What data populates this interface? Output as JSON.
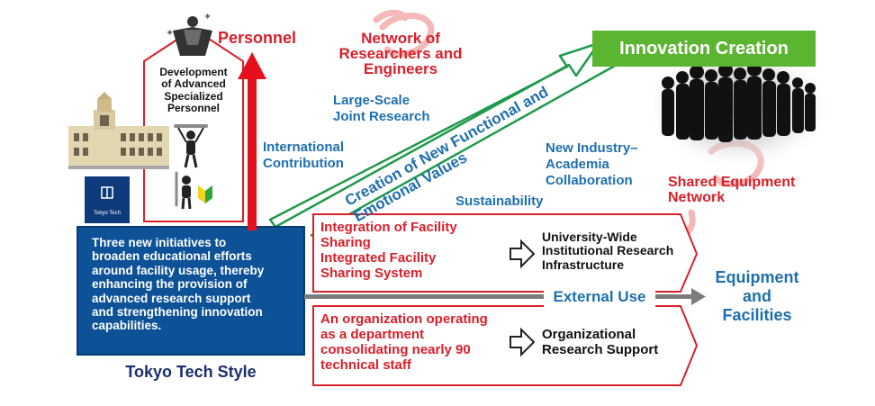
{
  "personnel": {
    "title": "Personnel",
    "card_text": "Development\nof Advanced\nSpecialized\nPersonnel"
  },
  "network_researchers": "Network of\nResearchers and\nEngineers",
  "large_scale": "Large-Scale\nJoint Research",
  "international": "International\nContribution",
  "diagonal_label": "Creation of New Functional and\nEmotional Values",
  "innovation": "Innovation Creation",
  "new_industry": "New Industry–\nAcademia\nCollaboration",
  "shared_equipment": "Shared Equipment\nNetwork",
  "sustainability": "Sustainability",
  "logo_text": "Tokyo Tech",
  "main_box_text": "Three new initiatives to\nbroaden educational efforts\naround facility usage, thereby\nenhancing the provision of\nadvanced research support\nand strengthening innovation\ncapabilities.",
  "tokyo_tech_style": "Tokyo Tech Style",
  "facility_sharing": {
    "left": "Integration of Facility\nSharing\nIntegrated Facility\nSharing System",
    "right": "University-Wide\nInstitutional Research\nInfrastructure"
  },
  "external_use": "External Use",
  "equipment_facilities": "Equipment\nand\nFacilities",
  "organization": {
    "left": "An organization operating\nas a department\nconsolidating nearly 90\ntechnical staff",
    "right": "Organizational\nResearch Support"
  },
  "colors": {
    "navy_box": "#0d5196",
    "red": "#d81f2a",
    "green": "#1e9a4b",
    "innovation_green": "#5cb531",
    "blue_text": "#1f6fae"
  }
}
